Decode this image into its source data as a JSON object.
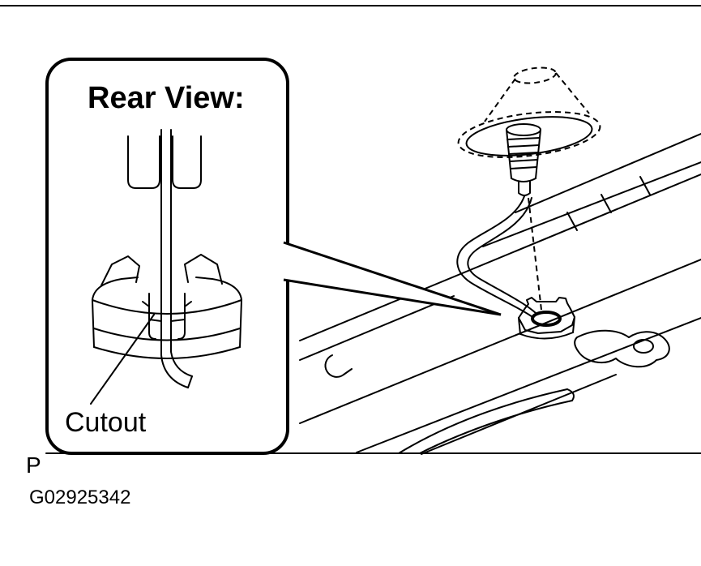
{
  "diagram": {
    "callout": {
      "title": "Rear View:",
      "cutout_label": "Cutout"
    },
    "footer": {
      "page_marker": "P",
      "figure_id": "G02925342"
    }
  },
  "colors": {
    "line": "#000000",
    "background": "#ffffff"
  }
}
